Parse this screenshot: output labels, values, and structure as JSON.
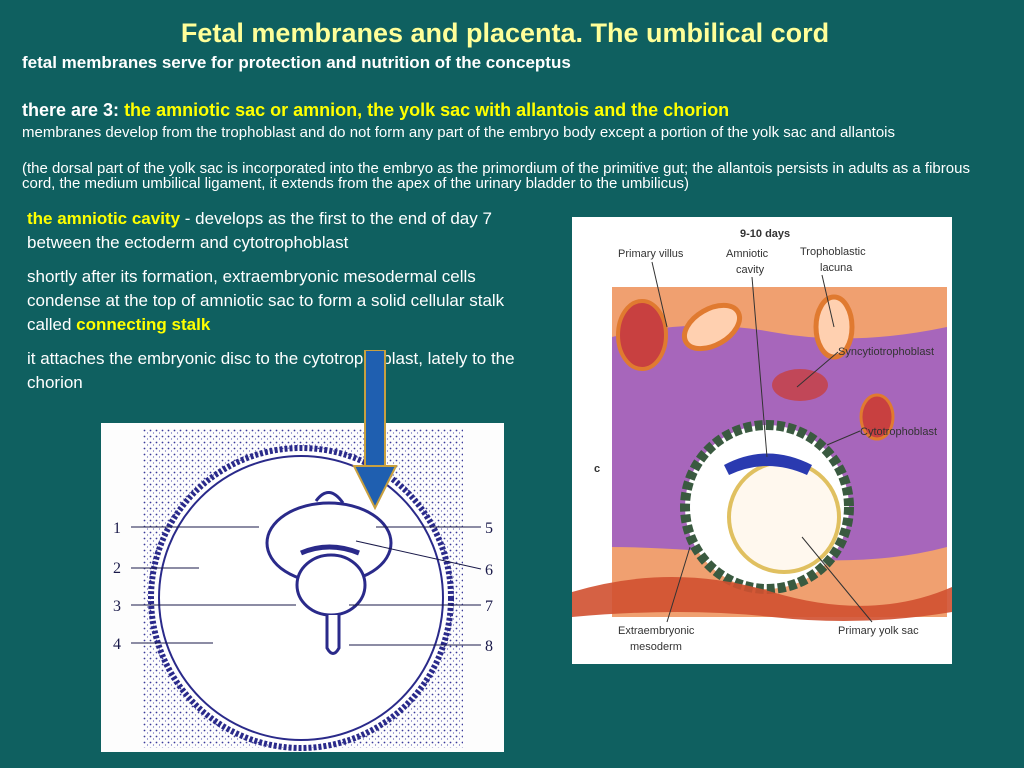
{
  "slide": {
    "title": "Fetal membranes and placenta. The umbilical cord",
    "subtitle": "fetal membranes serve for protection and nutrition of the conceptus",
    "there_prefix": "there are 3: ",
    "there_highlight": "the amniotic sac or amnion, the yolk sac with allantois and the chorion",
    "note1": "membranes develop from the trophoblast and do not form any part of the embryo body except a  portion of the yolk sac and allantois",
    "note2": "(the dorsal part of the yolk sac is incorporated into the embryo as the primordium of the primitive gut; the allantois persists in adults as a fibrous cord, the medium umbilical ligament, it extends from the apex of the urinary bladder to the umbilicus)"
  },
  "body": {
    "p1_highlight": "the amniotic cavity",
    "p1_rest": "  -  develops as the first to the end of day 7 between the ectoderm and cytotrophoblast",
    "p2_text": "shortly after its formation, extraembryonic mesodermal cells condense at the top of amniotic sac to form a solid cellular stalk called ",
    "p2_highlight": "connecting stalk",
    "p3_text": "it attaches the embryonic disc to the cytotrophoblast, lately to the chorion"
  },
  "left_figure": {
    "numbers": [
      "1",
      "2",
      "3",
      "4",
      "5",
      "6",
      "7",
      "8"
    ]
  },
  "right_figure": {
    "title": "9-10 days",
    "letter": "c",
    "labels": {
      "primary_villus": "Primary villus",
      "amniotic_cavity_1": "Amniotic",
      "amniotic_cavity_2": "cavity",
      "trophoblastic_lacuna_1": "Trophoblastic",
      "trophoblastic_lacuna_2": "lacuna",
      "syncytiotrophoblast": "Syncytiotrophoblast",
      "cytotrophoblast": "Cytotrophoblast",
      "extraembryonic_mesoderm_1": "Extraembryonic",
      "extraembryonic_mesoderm_2": "mesoderm",
      "primary_yolk_sac": "Primary yolk sac"
    }
  },
  "colors": {
    "background": "#0f6060",
    "title": "#ffff99",
    "highlight": "#ffff00",
    "arrow": "#1f5fb0"
  }
}
